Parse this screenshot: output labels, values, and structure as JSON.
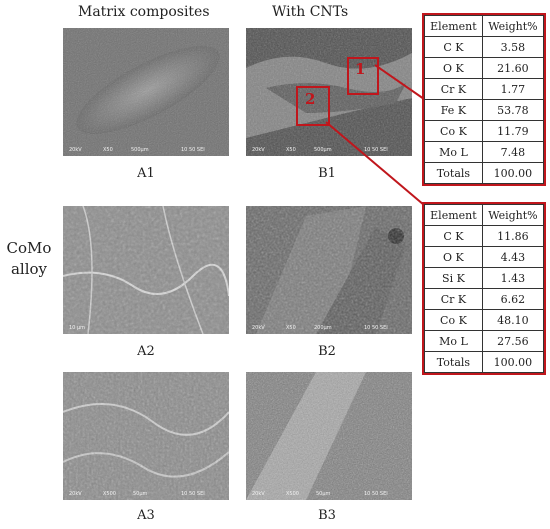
{
  "columns": [
    "Matrix composites",
    "With CNTs"
  ],
  "row_label": [
    "CoMo",
    "alloy"
  ],
  "panels": [
    {
      "id": "A1",
      "caption": "A1",
      "scalebar": [
        "20kV",
        "X50",
        "500μm",
        "10 50 SEI"
      ]
    },
    {
      "id": "B1",
      "caption": "B1",
      "scalebar": [
        "20kV",
        "X50",
        "500μm",
        "10 50 SEI"
      ]
    },
    {
      "id": "A2",
      "caption": "A2",
      "scalebar": [
        "",
        "",
        "10 μm",
        ""
      ]
    },
    {
      "id": "B2",
      "caption": "B2",
      "scalebar": [
        "20kV",
        "X50",
        "200μm",
        "10 50 SEI"
      ]
    },
    {
      "id": "A3",
      "caption": "A3",
      "scalebar": [
        "20kV",
        "X500",
        "50μm",
        "10 50 SEI"
      ]
    },
    {
      "id": "B3",
      "caption": "B3",
      "scalebar": [
        "20kV",
        "X500",
        "50μm",
        "10 50 SEI"
      ]
    }
  ],
  "markers": [
    "1",
    "2"
  ],
  "colors": {
    "accent": "#c0161c",
    "sem_base": "#6e6e6e"
  },
  "eds_tables": [
    {
      "headers": [
        "Element",
        "Weight%"
      ],
      "rows": [
        [
          "C K",
          "3.58"
        ],
        [
          "O K",
          "21.60"
        ],
        [
          "Cr K",
          "1.77"
        ],
        [
          "Fe K",
          "53.78"
        ],
        [
          "Co K",
          "11.79"
        ],
        [
          "Mo L",
          "7.48"
        ],
        [
          "Totals",
          "100.00"
        ]
      ]
    },
    {
      "headers": [
        "Element",
        "Weight%"
      ],
      "rows": [
        [
          "C K",
          "11.86"
        ],
        [
          "O K",
          "4.43"
        ],
        [
          "Si K",
          "1.43"
        ],
        [
          "Cr K",
          "6.62"
        ],
        [
          "Co K",
          "48.10"
        ],
        [
          "Mo L",
          "27.56"
        ],
        [
          "Totals",
          "100.00"
        ]
      ]
    }
  ]
}
